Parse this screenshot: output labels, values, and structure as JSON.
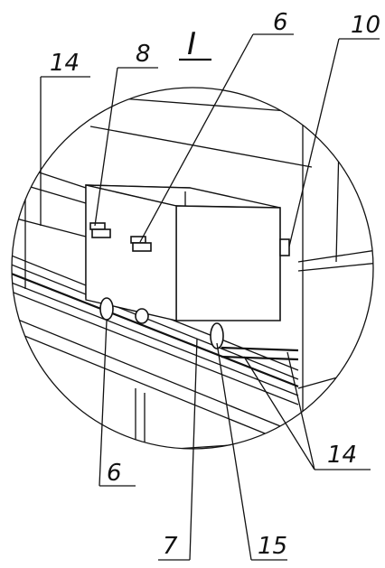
{
  "figure": {
    "view_title": "I",
    "callouts": [
      "6",
      "8",
      "10",
      "14",
      "14",
      "6",
      "7",
      "15"
    ]
  }
}
